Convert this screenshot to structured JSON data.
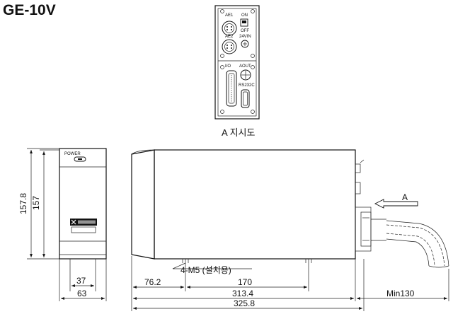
{
  "title": "GE-10V",
  "panel": {
    "caption": "A 지시도",
    "labels": {
      "ae1": "AE1",
      "ae2": "AE2",
      "on": "ON",
      "off": "OFF",
      "vin": "24VIN",
      "io": "I/O",
      "aout": "AOUT",
      "rs232c": "RS232C"
    }
  },
  "front_view": {
    "power_label": "POWER"
  },
  "callouts": {
    "mounting_holes": "4-M5 (설치용)",
    "view_arrow": "A"
  },
  "dimensions": {
    "height_outer": "157.8",
    "height_inner": "157",
    "front_hole_pitch": "37",
    "front_width": "63",
    "hole_offset": "76.2",
    "hole_pitch": "170",
    "body_length": "313.4",
    "overall_length": "325.8",
    "cable_bend": "Min130"
  }
}
